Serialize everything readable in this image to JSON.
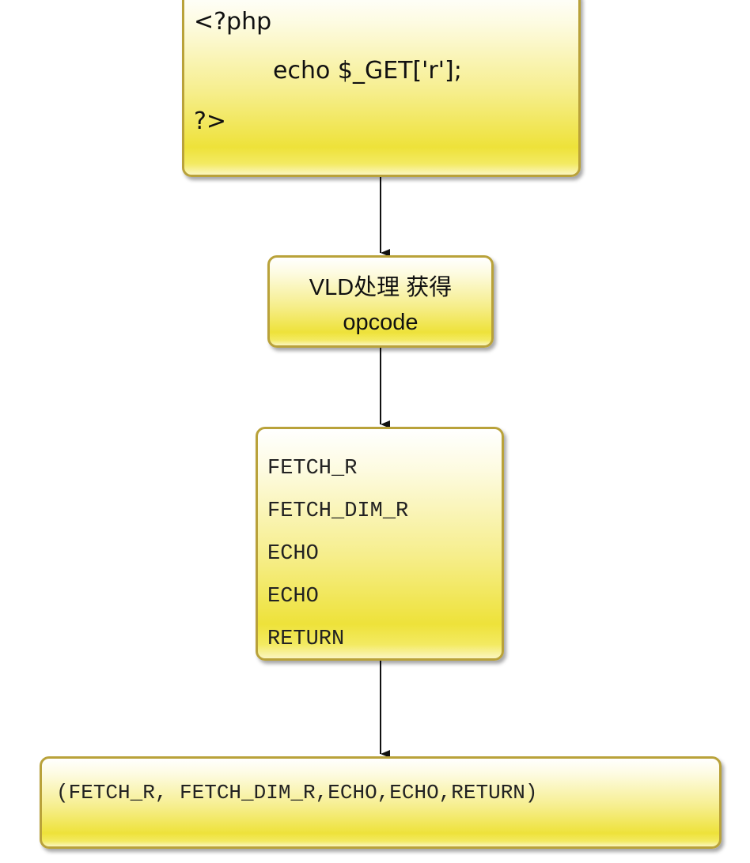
{
  "php_box": {
    "line1": "<?php",
    "line2": "echo $_GET['r'];",
    "line3": "?>"
  },
  "vld_box": {
    "line1": "VLD处理 获得",
    "line2": "opcode"
  },
  "opcode_box": {
    "items": [
      "FETCH_R",
      "FETCH_DIM_R",
      "ECHO",
      "ECHO",
      "RETURN"
    ]
  },
  "result_box": {
    "text": "(FETCH_R, FETCH_DIM_R,ECHO,ECHO,RETURN)"
  },
  "colors": {
    "box_fill": "#f2e84e",
    "box_border": "#b9a23a",
    "arrow": "#111111"
  }
}
